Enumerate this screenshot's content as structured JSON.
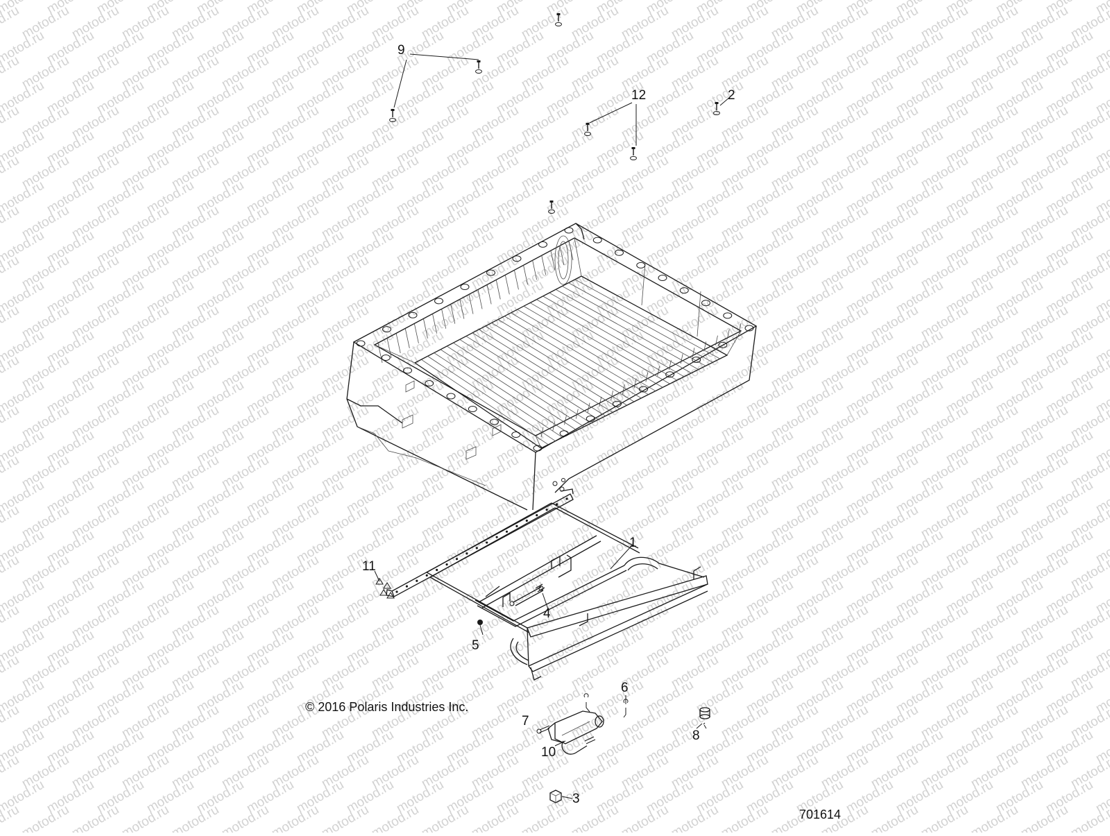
{
  "diagram": {
    "copyright": "© 2016 Polaris Industries Inc.",
    "figure_number": "701614",
    "watermark": "motod.ru",
    "callouts": [
      {
        "id": "1",
        "label": "1"
      },
      {
        "id": "2",
        "label": "2"
      },
      {
        "id": "3",
        "label": "3"
      },
      {
        "id": "4",
        "label": "4"
      },
      {
        "id": "5",
        "label": "5"
      },
      {
        "id": "6",
        "label": "6"
      },
      {
        "id": "7",
        "label": "7"
      },
      {
        "id": "8",
        "label": "8"
      },
      {
        "id": "9",
        "label": "9"
      },
      {
        "id": "10",
        "label": "10"
      },
      {
        "id": "11",
        "label": "11"
      },
      {
        "id": "12",
        "label": "12"
      }
    ],
    "colors": {
      "line": "#1a1a1a",
      "watermark": "#d2d2d2",
      "background": "#ffffff"
    }
  }
}
